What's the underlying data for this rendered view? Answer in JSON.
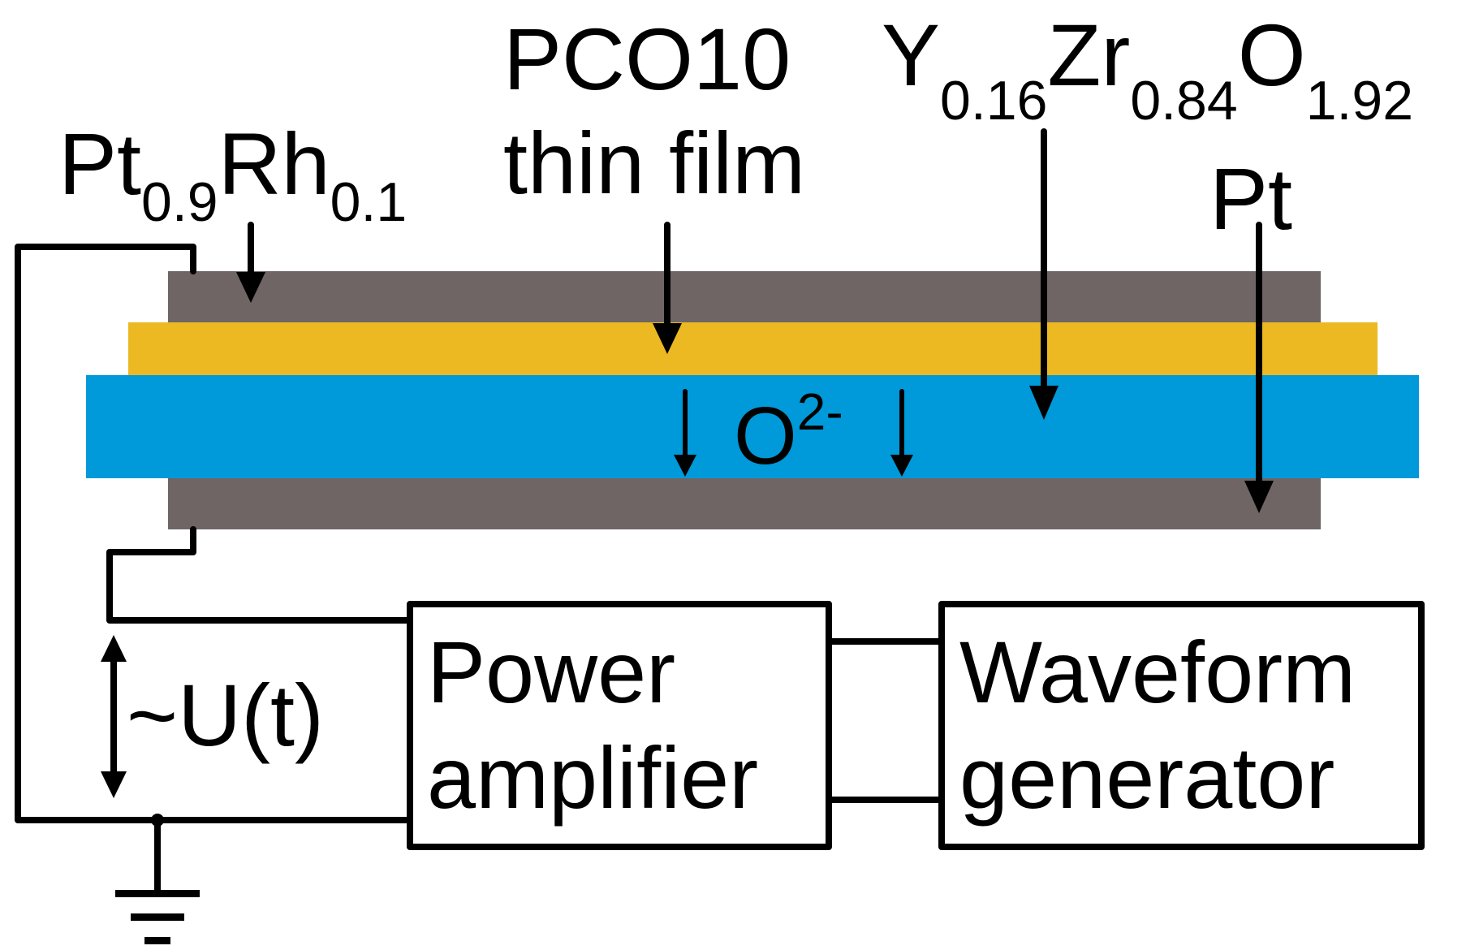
{
  "colors": {
    "electrode": "#6e6564",
    "thin_film": "#ecb922",
    "electrolyte": "#0099da",
    "line": "#000000"
  },
  "labels": {
    "bottom_electrode": {
      "base1": "Pt",
      "sub1": "0.9",
      "base2": "Rh",
      "sub2": "0.1"
    },
    "thin_film_line1": "PCO10",
    "thin_film_line2": "thin film",
    "electrolyte": {
      "b1": "Y",
      "s1": "0.16",
      "b2": "Zr",
      "s2": "0.84",
      "b3": "O",
      "s3": "1.92"
    },
    "top_electrode": "Pt",
    "ion": {
      "base": "O",
      "sup": "2-"
    },
    "voltage": "~U(t)"
  },
  "blocks": {
    "power_amplifier": {
      "line1": "Power",
      "line2": "amplifier"
    },
    "waveform_generator": {
      "line1": "Waveform",
      "line2": "generator"
    }
  }
}
